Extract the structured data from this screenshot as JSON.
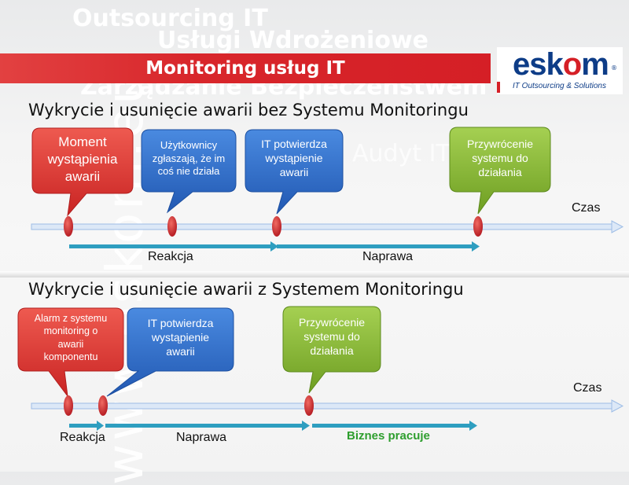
{
  "background": {
    "watermarks": [
      "Outsourcing IT",
      "Usługi Wdrożeniowe",
      "Zarządzanie Bezpieczeństwem",
      "Audyt IT",
      "www.eskom.eu"
    ]
  },
  "slide": {
    "title": "Monitoring usług IT",
    "logo": {
      "word_a": "esk",
      "word_b": "o",
      "word_c": "m",
      "reg": "®",
      "tagline": "IT Outsourcing & Solutions"
    }
  },
  "sections": [
    {
      "heading": "Wykrycie i usunięcie awarii bez Systemu Monitoringu",
      "axis_label": "Czas",
      "bubbles": [
        {
          "text": "Moment\nwystąpienia\nawarii",
          "color": "red"
        },
        {
          "text": "Użytkownicy\nzgłaszają, że im\ncoś nie działa",
          "color": "blue"
        },
        {
          "text": "IT potwierdza\nwystąpienie\nawarii",
          "color": "blue"
        },
        {
          "text": "Przywrócenie\nsystemu do\ndziałania",
          "color": "green"
        }
      ],
      "spans": [
        "Reakcja",
        "Naprawa"
      ]
    },
    {
      "heading": "Wykrycie i usunięcie awarii z Systemem Monitoringu",
      "axis_label": "Czas",
      "bubbles": [
        {
          "text": "Alarm z systemu\nmonitoring o\nawarii\nkomponentu",
          "color": "red"
        },
        {
          "text": "IT potwierdza\nwystąpienie\nawarii",
          "color": "blue"
        },
        {
          "text": "Przywrócenie\nsystemu do\ndziałania",
          "color": "green"
        }
      ],
      "spans": [
        "Reakcja",
        "Naprawa",
        "Biznes pracuje"
      ]
    }
  ],
  "colors": {
    "title_red": "#d51f26",
    "bubble_red": "#d7302f",
    "bubble_blue": "#2f6fc8",
    "bubble_green": "#86b734",
    "arrow_teal": "#2e9ec0",
    "axis_blue": "#aec8ea",
    "marker_red": "#c9242b",
    "ok_green": "#2e9e2e"
  }
}
